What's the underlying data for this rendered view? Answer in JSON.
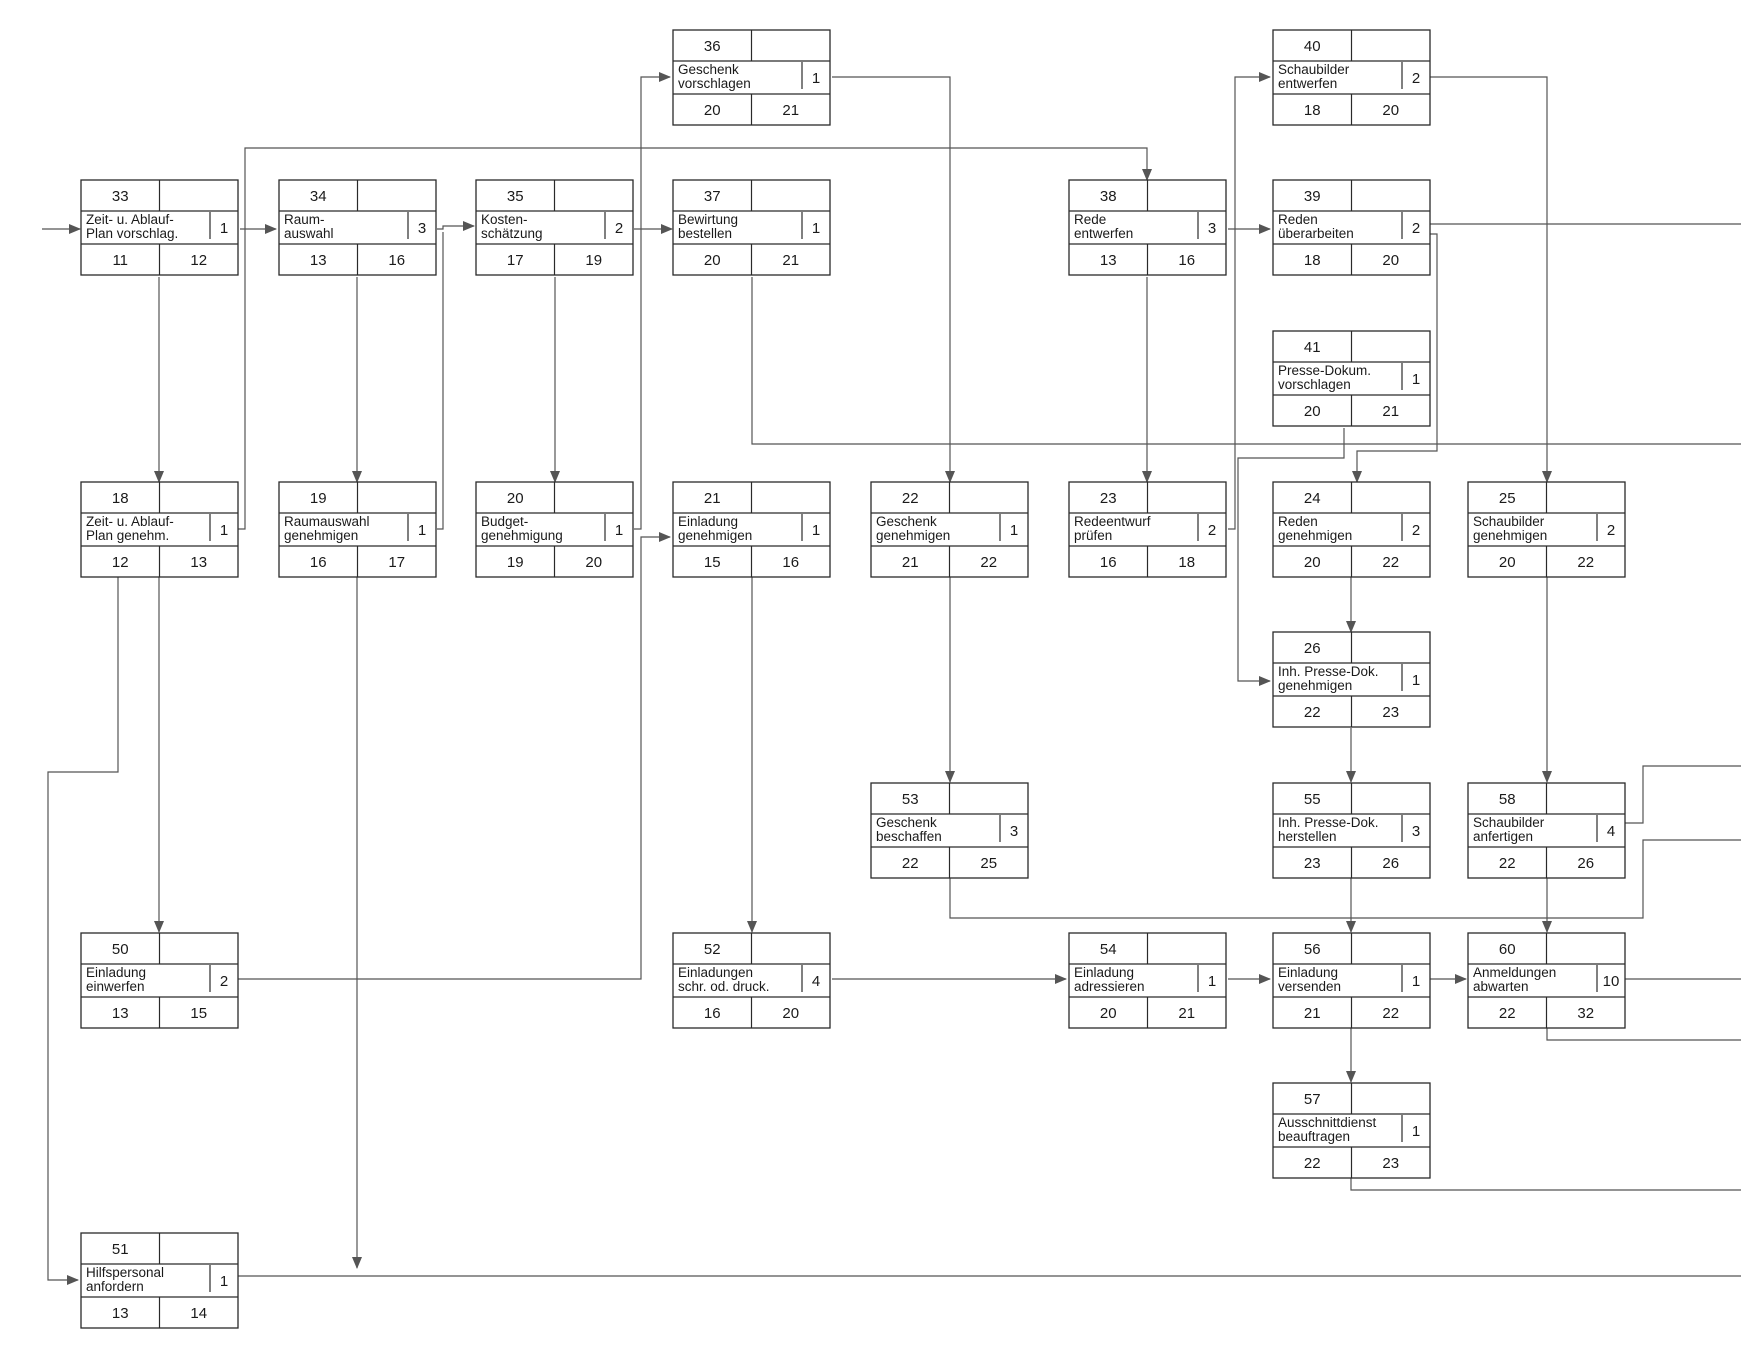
{
  "diagram": {
    "accent_color": "#2a2a2a",
    "edge_color": "#555555",
    "nodes": [
      {
        "id": "33",
        "label": [
          "Zeit- u. Ablauf-",
          "Plan vorschlag."
        ],
        "duration": "1",
        "start": "11",
        "end": "12"
      },
      {
        "id": "34",
        "label": [
          "Raum-",
          "auswahl"
        ],
        "duration": "3",
        "start": "13",
        "end": "16"
      },
      {
        "id": "35",
        "label": [
          "Kosten-",
          "schätzung"
        ],
        "duration": "2",
        "start": "17",
        "end": "19"
      },
      {
        "id": "36",
        "label": [
          "Geschenk",
          "vorschlagen"
        ],
        "duration": "1",
        "start": "20",
        "end": "21"
      },
      {
        "id": "37",
        "label": [
          "Bewirtung",
          "bestellen"
        ],
        "duration": "1",
        "start": "20",
        "end": "21"
      },
      {
        "id": "38",
        "label": [
          "Rede",
          "entwerfen"
        ],
        "duration": "3",
        "start": "13",
        "end": "16"
      },
      {
        "id": "40",
        "label": [
          "Schaubilder",
          "entwerfen"
        ],
        "duration": "2",
        "start": "18",
        "end": "20"
      },
      {
        "id": "39",
        "label": [
          "Reden",
          "überarbeiten"
        ],
        "duration": "2",
        "start": "18",
        "end": "20"
      },
      {
        "id": "41",
        "label": [
          "Presse-Dokum.",
          "vorschlagen"
        ],
        "duration": "1",
        "start": "20",
        "end": "21"
      },
      {
        "id": "18",
        "label": [
          "Zeit- u. Ablauf-",
          "Plan genehm."
        ],
        "duration": "1",
        "start": "12",
        "end": "13"
      },
      {
        "id": "19",
        "label": [
          "Raumauswahl",
          "genehmigen"
        ],
        "duration": "1",
        "start": "16",
        "end": "17"
      },
      {
        "id": "20",
        "label": [
          "Budget-",
          "genehmigung"
        ],
        "duration": "1",
        "start": "19",
        "end": "20"
      },
      {
        "id": "21",
        "label": [
          "Einladung",
          "genehmigen"
        ],
        "duration": "1",
        "start": "15",
        "end": "16"
      },
      {
        "id": "22",
        "label": [
          "Geschenk",
          "genehmigen"
        ],
        "duration": "1",
        "start": "21",
        "end": "22"
      },
      {
        "id": "23",
        "label": [
          "Redeentwurf",
          "prüfen"
        ],
        "duration": "2",
        "start": "16",
        "end": "18"
      },
      {
        "id": "24",
        "label": [
          "Reden",
          "genehmigen"
        ],
        "duration": "2",
        "start": "20",
        "end": "22"
      },
      {
        "id": "25",
        "label": [
          "Schaubilder",
          "genehmigen"
        ],
        "duration": "2",
        "start": "20",
        "end": "22"
      },
      {
        "id": "26",
        "label": [
          "Inh. Presse-Dok.",
          "genehmigen"
        ],
        "duration": "1",
        "start": "22",
        "end": "23"
      },
      {
        "id": "53",
        "label": [
          "Geschenk",
          "beschaffen"
        ],
        "duration": "3",
        "start": "22",
        "end": "25"
      },
      {
        "id": "55",
        "label": [
          "Inh. Presse-Dok.",
          "herstellen"
        ],
        "duration": "3",
        "start": "23",
        "end": "26"
      },
      {
        "id": "58",
        "label": [
          "Schaubilder",
          "anfertigen"
        ],
        "duration": "4",
        "start": "22",
        "end": "26"
      },
      {
        "id": "50",
        "label": [
          "Einladung",
          "einwerfen"
        ],
        "duration": "2",
        "start": "13",
        "end": "15"
      },
      {
        "id": "52",
        "label": [
          "Einladungen",
          "schr. od. druck."
        ],
        "duration": "4",
        "start": "16",
        "end": "20"
      },
      {
        "id": "54",
        "label": [
          "Einladung",
          "adressieren"
        ],
        "duration": "1",
        "start": "20",
        "end": "21"
      },
      {
        "id": "56",
        "label": [
          "Einladung",
          "versenden"
        ],
        "duration": "1",
        "start": "21",
        "end": "22"
      },
      {
        "id": "60",
        "label": [
          "Anmeldungen",
          "abwarten"
        ],
        "duration": "10",
        "start": "22",
        "end": "32"
      },
      {
        "id": "57",
        "label": [
          "Ausschnittdienst",
          "beauftragen"
        ],
        "duration": "1",
        "start": "22",
        "end": "23"
      },
      {
        "id": "51",
        "label": [
          "Hilfspersonal",
          "anfordern"
        ],
        "duration": "1",
        "start": "13",
        "end": "14"
      }
    ]
  }
}
